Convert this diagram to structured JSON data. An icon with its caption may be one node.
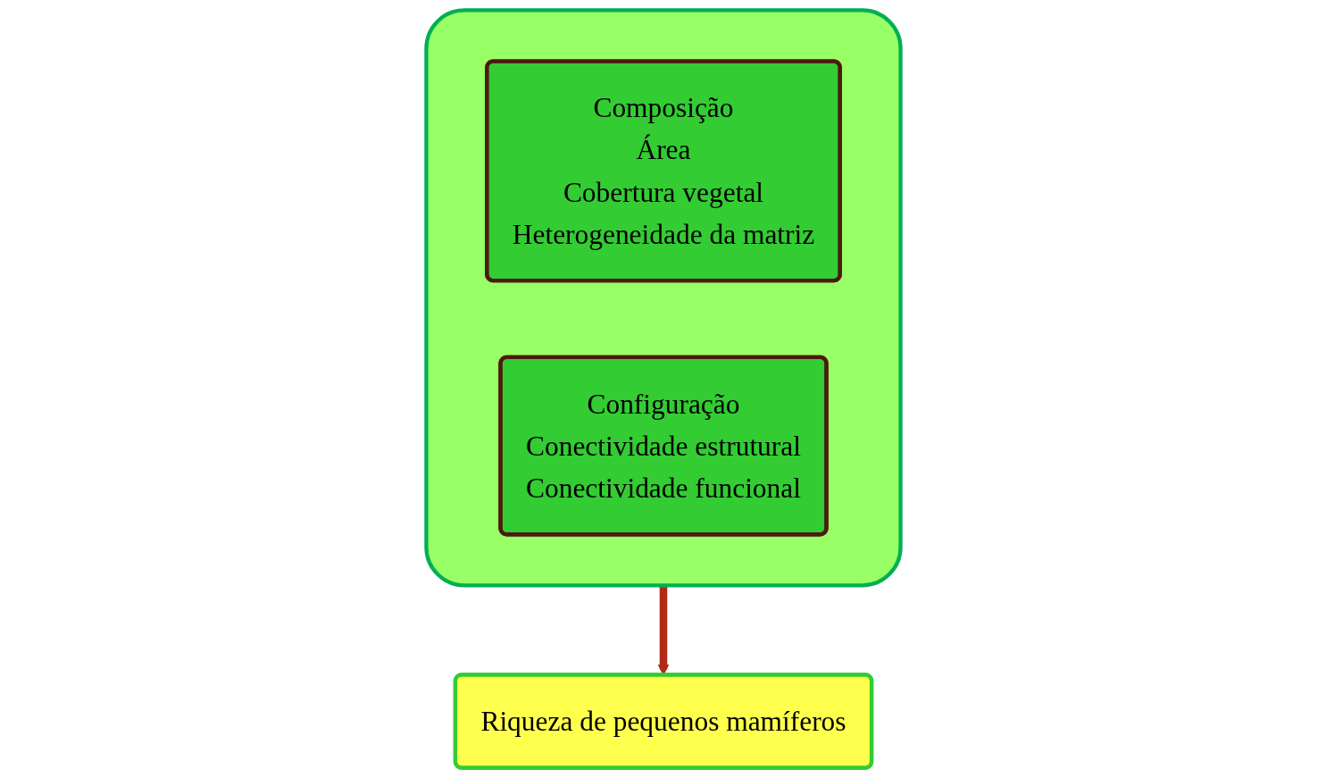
{
  "diagram": {
    "nodes": [
      {
        "text": [],
        "shape": "box"
      },
      {
        "text": [
          "Composição",
          "Área",
          "Cobertura vegetal",
          "Heterogeneidade da matriz"
        ],
        "in": 0
      },
      {
        "text": [
          "Configuração",
          "Conectividade estrutural",
          "Conectividade funcional"
        ],
        "in": 0
      },
      {
        "text": [
          "Riqueza de pequenos mamíferos"
        ]
      }
    ],
    "edges": [
      {
        "from": 0,
        "to": 3,
        "arrow": "to",
        "color": "#b22a17"
      }
    ]
  }
}
